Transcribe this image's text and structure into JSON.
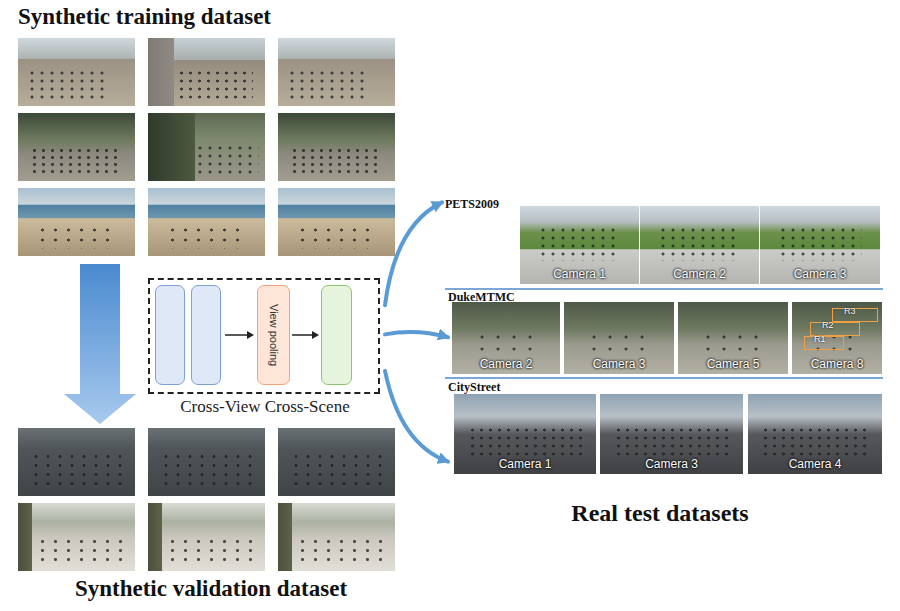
{
  "diagram": {
    "nodes": [
      {
        "text": [
          "Synthetic training dataset"
        ]
      },
      {
        "text": [
          "Cross-View Cross-Scene"
        ]
      },
      {
        "text": [
          "View pooling"
        ],
        "in": 1
      },
      {
        "text": [
          "Synthetic validation dataset"
        ]
      },
      {
        "text": [
          "Real test datasets"
        ]
      },
      {
        "text": [
          "PETS2009"
        ],
        "in": 4
      },
      {
        "text": [
          "Camera 1"
        ],
        "in": 5
      },
      {
        "text": [
          "Camera 2"
        ],
        "in": 5
      },
      {
        "text": [
          "Camera 3"
        ],
        "in": 5
      },
      {
        "text": [
          "DukeMTMC"
        ],
        "in": 4
      },
      {
        "text": [
          "Camera 2"
        ],
        "in": 9
      },
      {
        "text": [
          "Camera 3"
        ],
        "in": 9
      },
      {
        "text": [
          "Camera 5"
        ],
        "in": 9
      },
      {
        "text": [
          "Camera 8"
        ],
        "in": 9
      },
      {
        "text": [
          "CityStreet"
        ],
        "in": 4
      },
      {
        "text": [
          "Camera 1"
        ],
        "in": 14
      },
      {
        "text": [
          "Camera 3"
        ],
        "in": 14
      },
      {
        "text": [
          "Camera 4"
        ],
        "in": 14
      }
    ],
    "edges": [
      {
        "from": 0,
        "to": 3,
        "arrow": "to"
      },
      {
        "from": 1,
        "to": 5,
        "arrow": "to"
      },
      {
        "from": 1,
        "to": 9,
        "arrow": "to"
      },
      {
        "from": 1,
        "to": 14,
        "arrow": "to"
      }
    ],
    "labels": [
      "R3",
      "R2",
      "R1"
    ]
  }
}
